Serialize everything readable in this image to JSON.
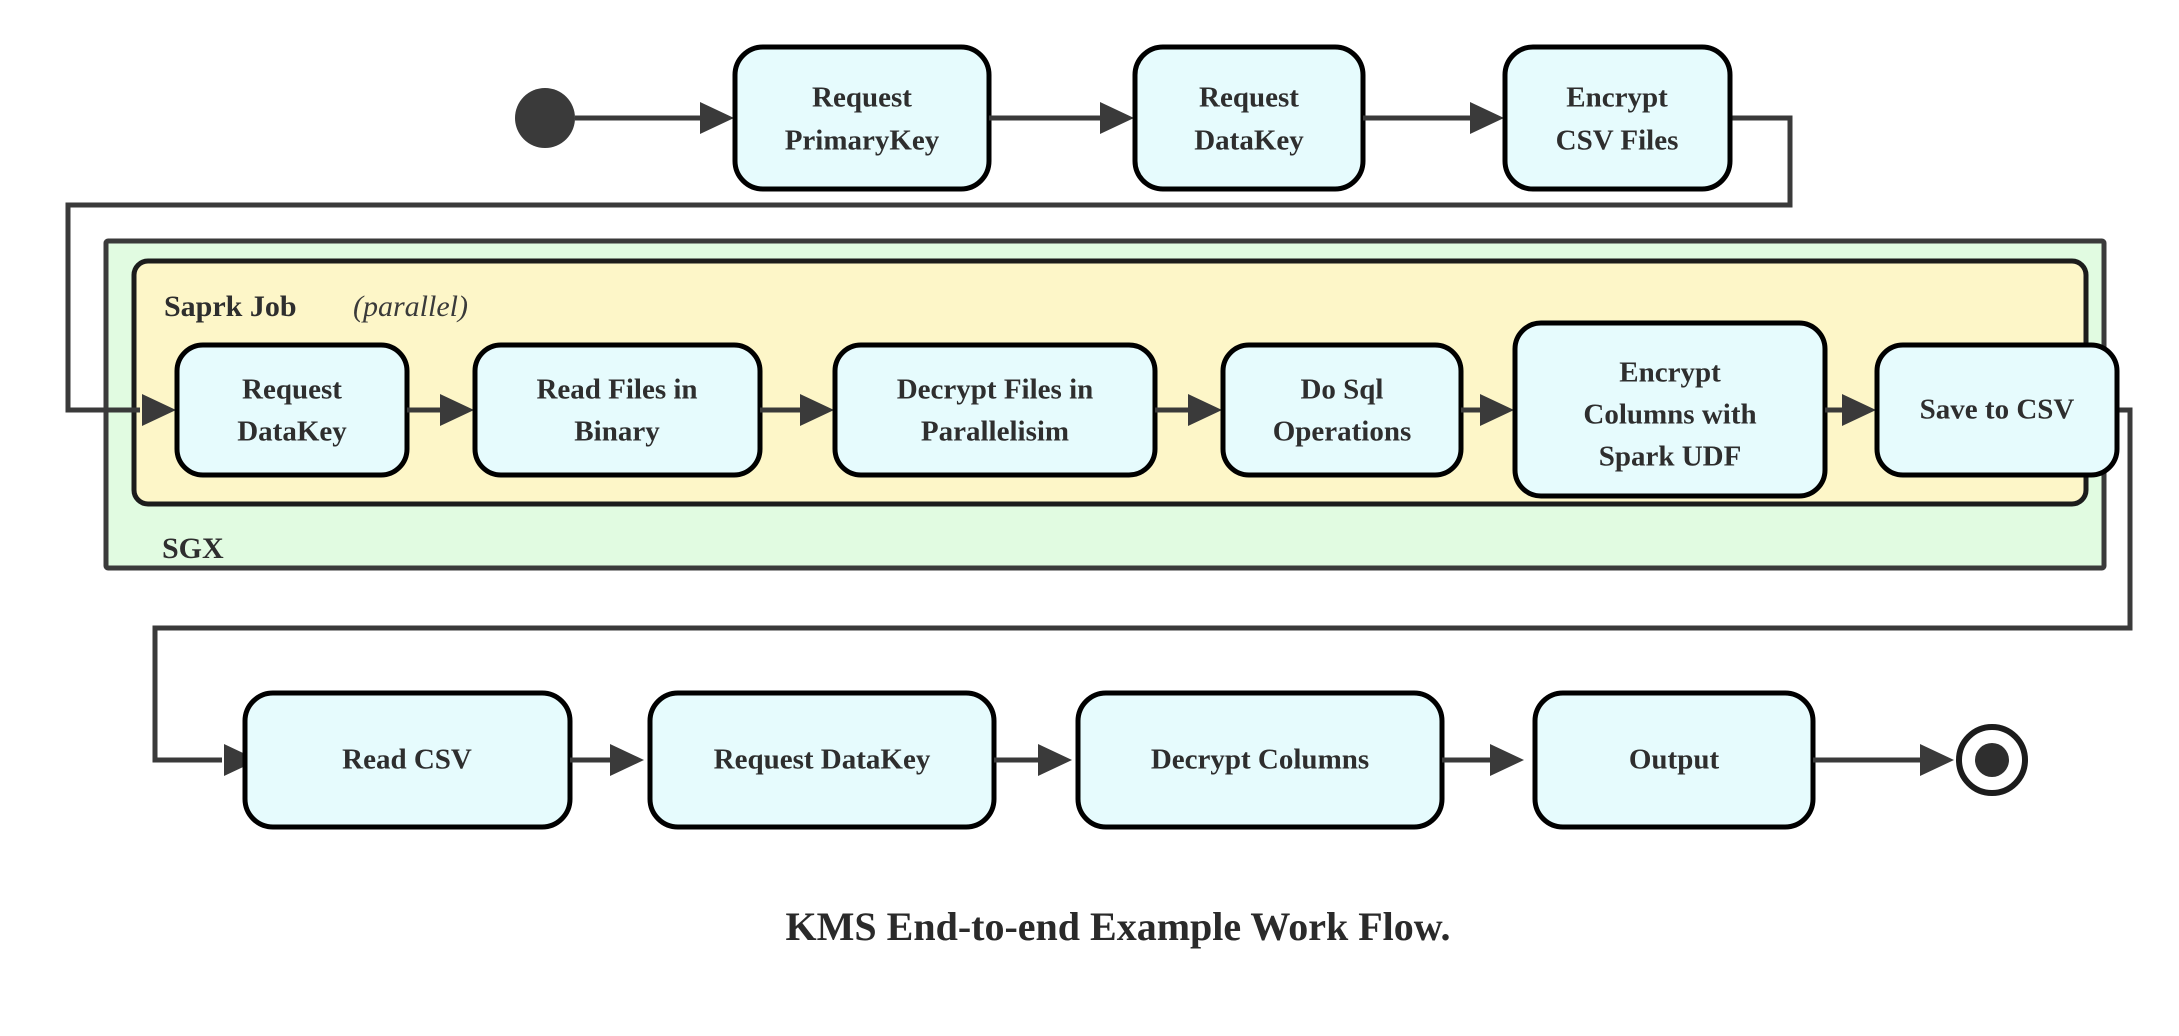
{
  "figure": {
    "caption": "KMS End-to-end Example Work Flow.",
    "colors": {
      "node_fill": "#e6fbfd",
      "node_stroke": "#000000",
      "sgx_fill": "#e1fbe1",
      "spark_fill": "#fdf6c8",
      "edge": "#3a3a3a",
      "text": "#2e2e2e",
      "background": "#ffffff"
    }
  },
  "containers": {
    "sgx": {
      "label": "SGX"
    },
    "spark": {
      "label": "Saprk Job",
      "note": "(parallel)",
      "note_open": "(",
      "note_word": "parallel",
      "note_close": ")"
    }
  },
  "markers": {
    "start": "start-node-filled-circle",
    "end": "end-node-bullseye"
  },
  "rows": {
    "top": {
      "name": "outer-preparation-row",
      "nodes": [
        {
          "id": "request-primarykey",
          "line1": "Request",
          "line2": "PrimaryKey"
        },
        {
          "id": "request-datakey-top",
          "line1": "Request",
          "line2": "DataKey"
        },
        {
          "id": "encrypt-csv-files",
          "line1": "Encrypt",
          "line2": "CSV Files"
        }
      ]
    },
    "middle": {
      "name": "spark-job-row",
      "nodes": [
        {
          "id": "request-datakey-spark",
          "line1": "Request",
          "line2": "DataKey"
        },
        {
          "id": "read-files-in-binary",
          "line1": "Read Files in",
          "line2": "Binary"
        },
        {
          "id": "decrypt-files-in-parallelisim",
          "line1": "Decrypt Files in",
          "line2": "Parallelisim"
        },
        {
          "id": "do-sql-operations",
          "line1": "Do Sql",
          "line2": "Operations"
        },
        {
          "id": "encrypt-columns-with-spark-udf",
          "line1": "Encrypt",
          "line2": "Columns with",
          "line3": "Spark UDF"
        },
        {
          "id": "save-to-csv",
          "line1": "Save to CSV"
        }
      ]
    },
    "bottom": {
      "name": "output-row",
      "nodes": [
        {
          "id": "read-csv",
          "line1": "Read CSV"
        },
        {
          "id": "request-datakey-bottom",
          "line1": "Request DataKey"
        },
        {
          "id": "decrypt-columns",
          "line1": "Decrypt Columns"
        },
        {
          "id": "output",
          "line1": "Output"
        }
      ]
    }
  }
}
